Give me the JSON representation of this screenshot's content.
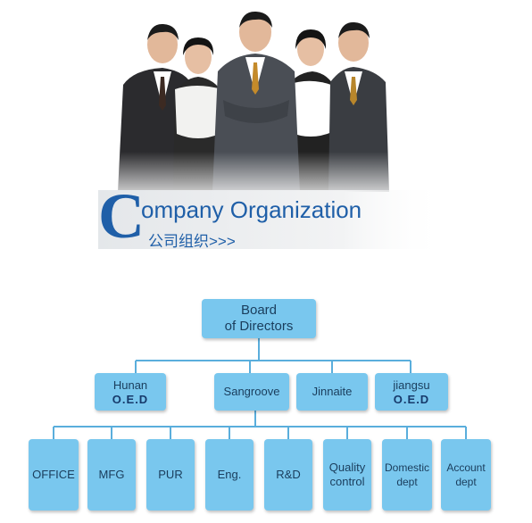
{
  "header": {
    "big_letter": "C",
    "title_en": "ompany Organization",
    "title_cn": "公司组织>>>"
  },
  "people": [
    {
      "suit": "#2b2b2e",
      "shirt": "#ffffff"
    },
    {
      "suit": "#2a2a2a",
      "shirt": "#f2f2f0"
    },
    {
      "suit": "#4a4e55",
      "shirt": "#ffffff"
    },
    {
      "suit": "#222222",
      "shirt": "#ffffff"
    },
    {
      "suit": "#3a3d42",
      "shirt": "#ffffff"
    }
  ],
  "org": {
    "board": {
      "line1": "Board",
      "line2": "of Directors"
    },
    "level2": [
      {
        "line1": "Hunan",
        "line2": "O.E.D"
      },
      {
        "line1": "Sangroove",
        "line2": ""
      },
      {
        "line1": "Jinnaite",
        "line2": ""
      },
      {
        "line1": "jiangsu",
        "line2": "O.E.D"
      }
    ],
    "level3": [
      {
        "line1": "OFFICE",
        "line2": ""
      },
      {
        "line1": "MFG",
        "line2": ""
      },
      {
        "line1": "PUR",
        "line2": ""
      },
      {
        "line1": "Eng.",
        "line2": ""
      },
      {
        "line1": "R&D",
        "line2": ""
      },
      {
        "line1": "Quality",
        "line2": "control"
      },
      {
        "line1": "Domestic",
        "line2": "dept"
      },
      {
        "line1": "Account",
        "line2": "dept"
      }
    ]
  },
  "colors": {
    "box": "#79c7ee",
    "line": "#5aaedc",
    "title": "#1f5fa8"
  }
}
